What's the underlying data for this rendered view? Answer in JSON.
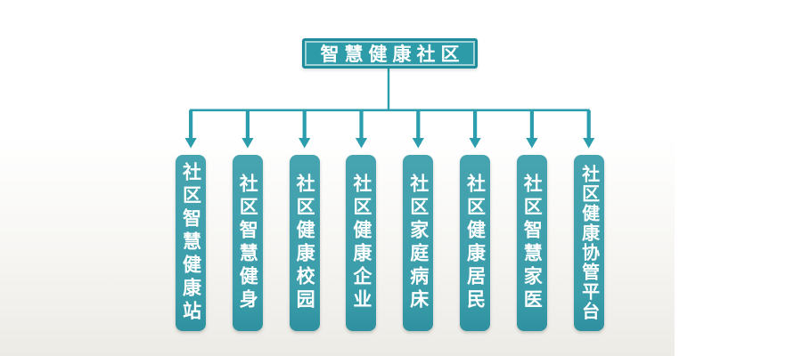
{
  "diagram": {
    "type": "org-chart",
    "root": {
      "label": "智慧健康社区"
    },
    "children": [
      {
        "label": "社区智慧健康站"
      },
      {
        "label": "社区智慧健身"
      },
      {
        "label": "社区健康校园"
      },
      {
        "label": "社区健康企业"
      },
      {
        "label": "社区家庭病床"
      },
      {
        "label": "社区健康居民"
      },
      {
        "label": "社区智慧家医"
      },
      {
        "label": "社区健康协管平台"
      }
    ],
    "colors": {
      "node_fill": "#3a9daa",
      "node_fill_dark": "#2f919f",
      "root_fill": "#2e9ba9",
      "root_border": "#1f8c9c",
      "connector": "#2b9dad",
      "text": "#ffffff",
      "background_bottom": "#edebe6"
    }
  }
}
